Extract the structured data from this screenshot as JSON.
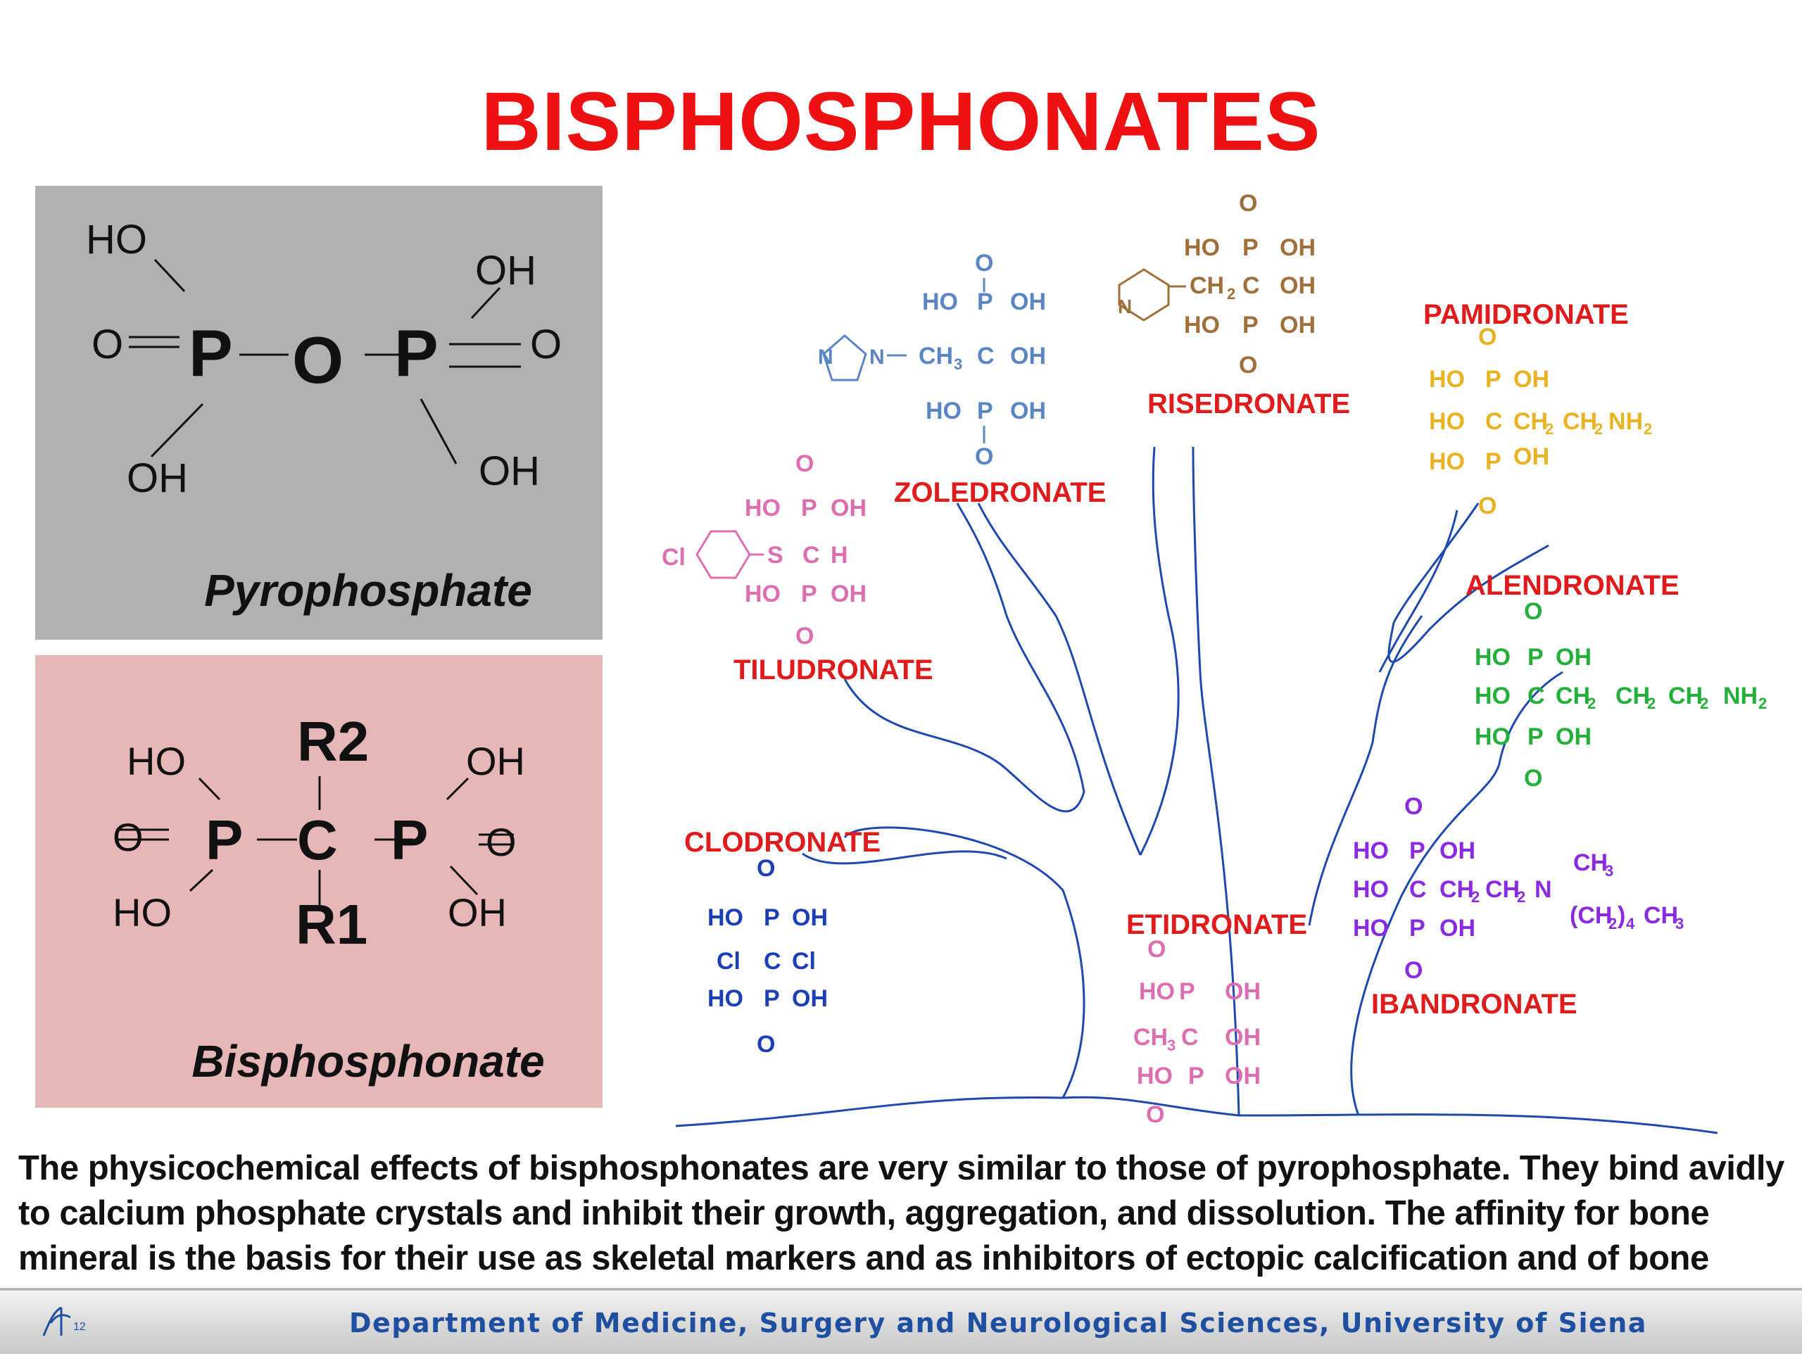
{
  "title": "BISPHOSPHONATES",
  "pyrophosphate": {
    "caption": "Pyrophosphate",
    "ho_top": "HO",
    "oh_top_right": "OH",
    "o_left": "O",
    "p_left": "P",
    "o_center": "O",
    "p_right": "P",
    "o_right": "O",
    "oh_bottom_left": "OH",
    "oh_bottom_right": "OH"
  },
  "bisphosphonate": {
    "caption": "Bisphosphonate",
    "r2": "R2",
    "r1": "R1",
    "ho_top_left": "HO",
    "oh_top_right": "OH",
    "o_left": "O",
    "p_left": "P",
    "c_center": "C",
    "p_right": "P",
    "o_right": "O",
    "ho_bottom_left": "HO",
    "oh_bottom_right": "OH"
  },
  "drugs": {
    "zoledronate": "ZOLEDRONATE",
    "risedronate": "RISEDRONATE",
    "pamidronate": "PAMIDRONATE",
    "tiludronate": "TILUDRONATE",
    "alendronate": "ALENDRONATE",
    "clodronate": "CLODRONATE",
    "etidronate": "ETIDRONATE",
    "ibandronate": "IBANDRONATE"
  },
  "colors": {
    "title": "#ee1111",
    "drug_label": "#e01b1b",
    "zoledronate": "#5b86c4",
    "risedronate": "#a0703a",
    "pamidronate": "#e8b424",
    "tiludronate": "#dd6fb0",
    "alendronate": "#23b03a",
    "clodronate": "#1c3fb8",
    "etidronate": "#dd6fb0",
    "ibandronate": "#8a2be2",
    "tree": "#1f49b0"
  },
  "description": "The physicochemical effects of bisphosphonates are very similar to those of pyrophosphate. They bind avidly to calcium phosphate crystals and inhibit their growth, aggregation, and dissolution. The affinity for bone mineral is the basis for their use as skeletal markers and as inhibitors of ectopic calcification and of bone resorption.",
  "footer": {
    "logo_sup": "12",
    "text": "Department of Medicine, Surgery and Neurological Sciences, University of Siena"
  }
}
